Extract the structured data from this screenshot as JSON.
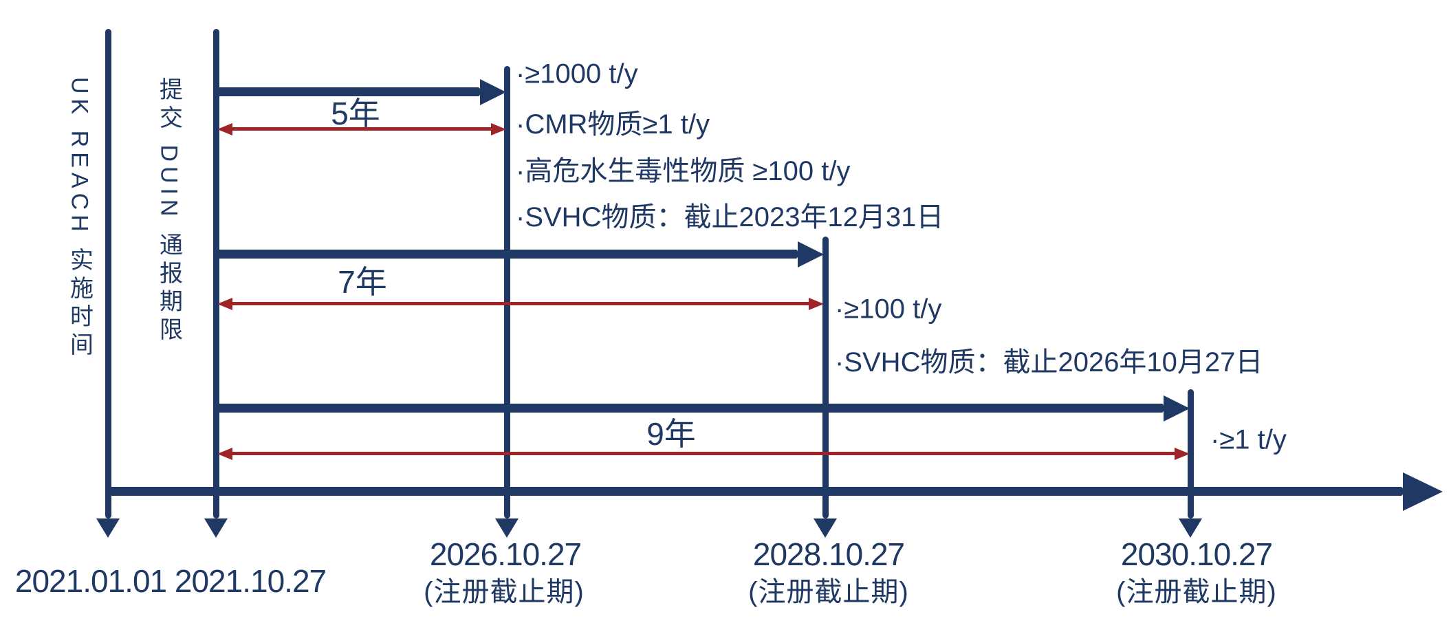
{
  "diagram": {
    "axis_titles": {
      "implementation": "UK REACH 实施时间",
      "duin": "提交 DUIN 通报期限"
    },
    "durations": {
      "five": "5年",
      "seven": "7年",
      "nine": "9年"
    },
    "annotations": {
      "tier1": [
        "·≥1000 t/y",
        "·CMR物质≥1 t/y",
        "·高危水生毒性物质 ≥100 t/y",
        "·SVHC物质：截止2023年12月31日"
      ],
      "tier2": [
        "·≥100 t/y",
        "·SVHC物质：截止2026年10月27日"
      ],
      "tier3": [
        "·≥1 t/y"
      ]
    },
    "dates": {
      "implementation": "2021.01.01",
      "duin_deadline": "2021.10.27",
      "registration1": "2026.10.27",
      "registration2": "2028.10.27",
      "registration3": "2030.10.27",
      "registration_sub": "(注册截止期)"
    },
    "colors": {
      "navy": "#1f3864",
      "red": "#9e2428"
    }
  }
}
